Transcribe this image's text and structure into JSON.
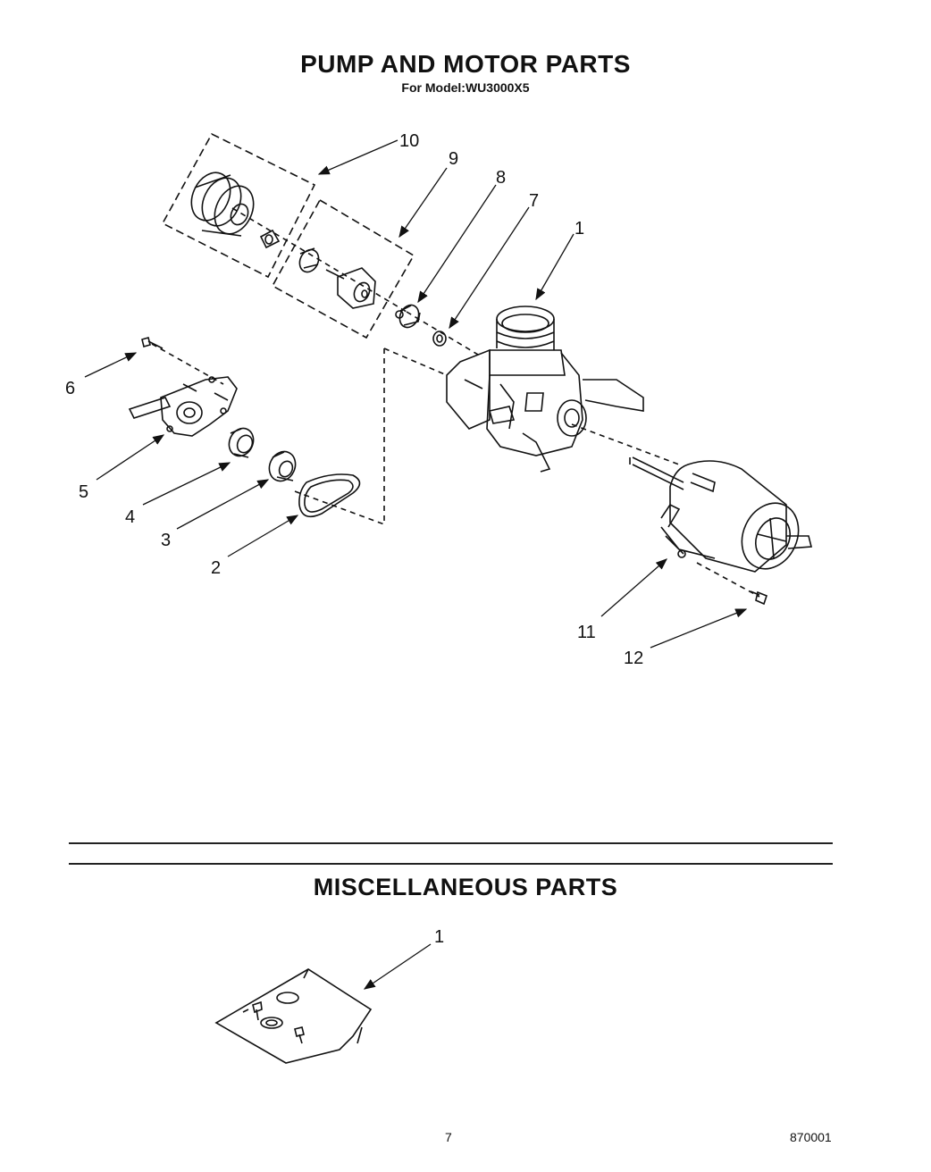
{
  "header": {
    "title": "PUMP AND MOTOR PARTS",
    "model": "For Model:WU3000X5"
  },
  "callouts": [
    "10",
    "9",
    "8",
    "7",
    "1",
    "6",
    "5",
    "4",
    "3",
    "2",
    "11",
    "12"
  ],
  "misc": {
    "title": "MISCELLANEOUS PARTS",
    "callout": "1"
  },
  "footer": {
    "page": "7",
    "code": "870001"
  }
}
